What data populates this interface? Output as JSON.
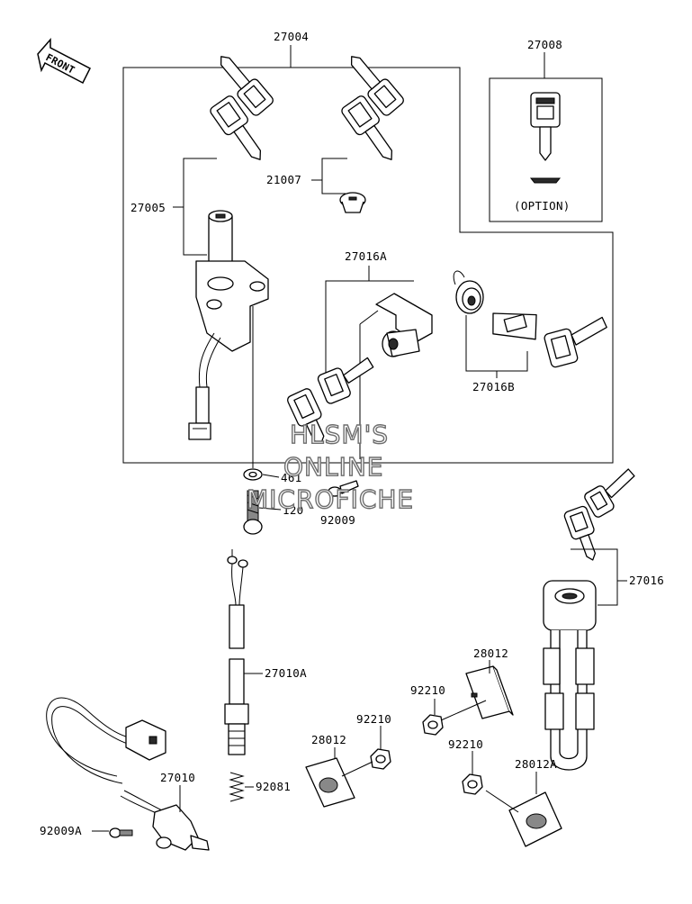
{
  "labels": {
    "p27004": "27004",
    "p27008": "27008",
    "p27005": "27005",
    "p21007": "21007",
    "p27016A": "27016A",
    "p27016B": "27016B",
    "p461": "461",
    "p120": "120",
    "p92009": "92009",
    "p27016": "27016",
    "p28012_a": "28012",
    "p92210_a": "92210",
    "p27010A": "27010A",
    "p92210_b": "92210",
    "p28012_b": "28012",
    "p92210_c": "92210",
    "p28012A": "28012A",
    "p27010": "27010",
    "p92081": "92081",
    "p92009A": "92009A",
    "option": "(OPTION)"
  },
  "front_arrow": "FRONT",
  "watermark": {
    "line1": "HLSM'S",
    "line2": "ONLINE",
    "line3": "MICROFICHE"
  },
  "icons": [
    "front-arrow-icon",
    "key-icon",
    "ignition-switch-icon",
    "lock-icon",
    "padlock-icon",
    "reflector-icon",
    "nut-icon",
    "screw-icon",
    "spring-icon",
    "switch-icon"
  ]
}
